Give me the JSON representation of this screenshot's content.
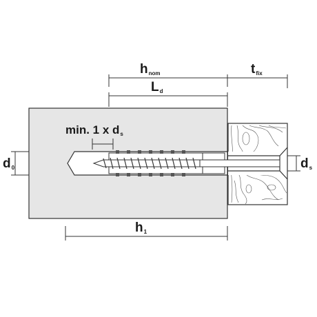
{
  "labels": {
    "h_nom": {
      "main": "h",
      "sub": "nom"
    },
    "t_fix": {
      "main": "t",
      "sub": "fix"
    },
    "L_d": {
      "main": "L",
      "sub": "d"
    },
    "min_spacing": {
      "main": "min. 1 x d",
      "sub": "s"
    },
    "d_0": {
      "main": "d",
      "sub": "0"
    },
    "d_s": {
      "main": "d",
      "sub": "s"
    },
    "h_1": {
      "main": "h",
      "sub": "1"
    }
  },
  "colors": {
    "base_material": "#e6e6e6",
    "outline": "#333333",
    "dimension_line": "#333333",
    "wood_grain": "#555555",
    "text": "#1a1a1a"
  }
}
